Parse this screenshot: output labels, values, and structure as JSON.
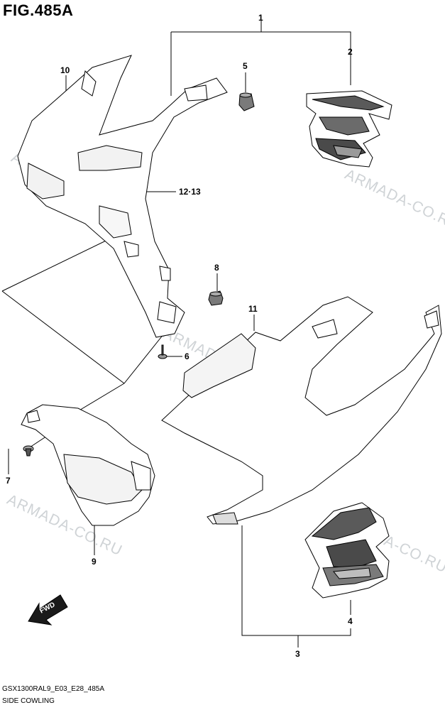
{
  "figure_title": "FIG.485A",
  "callouts": [
    {
      "id": "1",
      "label": "1"
    },
    {
      "id": "2",
      "label": "2"
    },
    {
      "id": "3",
      "label": "3"
    },
    {
      "id": "4",
      "label": "4"
    },
    {
      "id": "5",
      "label": "5"
    },
    {
      "id": "6",
      "label": "6"
    },
    {
      "id": "7",
      "label": "7"
    },
    {
      "id": "8",
      "label": "8"
    },
    {
      "id": "9",
      "label": "9"
    },
    {
      "id": "10",
      "label": "10"
    },
    {
      "id": "11",
      "label": "11"
    },
    {
      "id": "12-13",
      "label": "12·13"
    }
  ],
  "watermark_text": "ARMADA-CO.RU",
  "fwd_label": "FWD",
  "footer": {
    "model_code": "GSX1300RAL9_E03_E28_485A",
    "section_name": "SIDE COWLING"
  }
}
